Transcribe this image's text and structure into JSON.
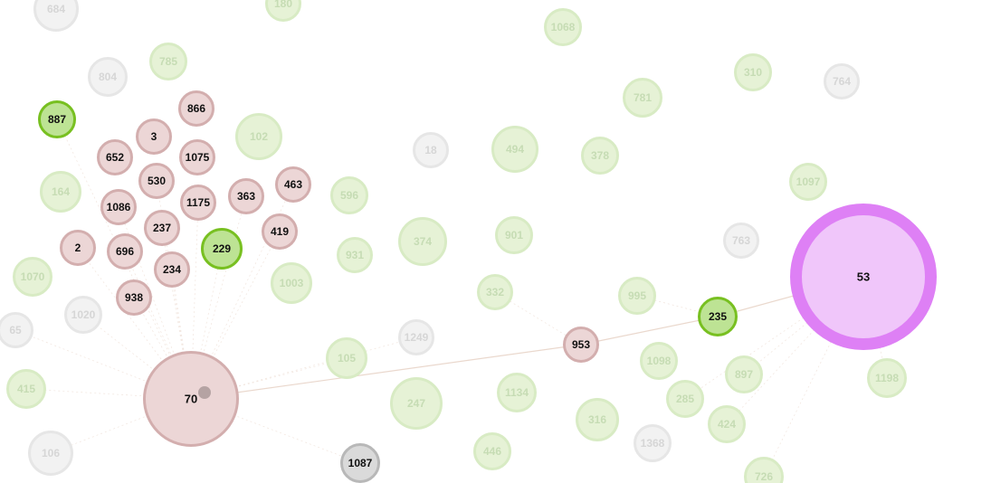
{
  "colors": {
    "faded_green_fill": "#e6f2d6",
    "faded_green_stroke": "#d8ebc4",
    "faded_green_text": "#c6dcb4",
    "faded_grey_fill": "#f2f2f2",
    "faded_grey_stroke": "#e6e6e6",
    "faded_grey_text": "#d6d6d6",
    "pink_fill": "#ecd6d6",
    "pink_stroke": "#d3aeae",
    "green_fill": "#bde394",
    "green_stroke": "#78c021",
    "grey_fill": "#dadada",
    "grey_stroke": "#b8b8b8",
    "violet_fill": "#f0c6fa",
    "violet_stroke": "#de80f5",
    "label_dark": "#111111",
    "edge_color": "#e8d4c8"
  },
  "nodes": [
    {
      "id": "684",
      "style": "faded_grey"
    },
    {
      "id": "180",
      "style": "faded_green"
    },
    {
      "id": "1068",
      "style": "faded_green"
    },
    {
      "id": "804",
      "style": "faded_grey"
    },
    {
      "id": "785",
      "style": "faded_green"
    },
    {
      "id": "310",
      "style": "faded_green"
    },
    {
      "id": "764",
      "style": "faded_grey"
    },
    {
      "id": "781",
      "style": "faded_green"
    },
    {
      "id": "887",
      "style": "green"
    },
    {
      "id": "866",
      "style": "pink"
    },
    {
      "id": "3",
      "style": "pink"
    },
    {
      "id": "652",
      "style": "pink"
    },
    {
      "id": "1075",
      "style": "pink"
    },
    {
      "id": "102",
      "style": "faded_green"
    },
    {
      "id": "18",
      "style": "faded_grey"
    },
    {
      "id": "494",
      "style": "faded_green"
    },
    {
      "id": "378",
      "style": "faded_green"
    },
    {
      "id": "530",
      "style": "pink"
    },
    {
      "id": "164",
      "style": "faded_green"
    },
    {
      "id": "1086",
      "style": "pink"
    },
    {
      "id": "1175",
      "style": "pink"
    },
    {
      "id": "363",
      "style": "pink"
    },
    {
      "id": "463",
      "style": "pink"
    },
    {
      "id": "596",
      "style": "faded_green"
    },
    {
      "id": "1097",
      "style": "faded_green"
    },
    {
      "id": "237",
      "style": "pink"
    },
    {
      "id": "374",
      "style": "faded_green"
    },
    {
      "id": "901",
      "style": "faded_green"
    },
    {
      "id": "763",
      "style": "faded_grey"
    },
    {
      "id": "2",
      "style": "pink"
    },
    {
      "id": "696",
      "style": "pink"
    },
    {
      "id": "229",
      "style": "green"
    },
    {
      "id": "419",
      "style": "pink"
    },
    {
      "id": "931",
      "style": "faded_green"
    },
    {
      "id": "234",
      "style": "pink"
    },
    {
      "id": "1070",
      "style": "faded_green"
    },
    {
      "id": "1003",
      "style": "faded_green"
    },
    {
      "id": "332",
      "style": "faded_green"
    },
    {
      "id": "995",
      "style": "faded_green"
    },
    {
      "id": "938",
      "style": "pink"
    },
    {
      "id": "53",
      "style": "violet"
    },
    {
      "id": "1020",
      "style": "faded_grey"
    },
    {
      "id": "235",
      "style": "green"
    },
    {
      "id": "65",
      "style": "faded_grey"
    },
    {
      "id": "1249",
      "style": "faded_grey"
    },
    {
      "id": "953",
      "style": "pink"
    },
    {
      "id": "105",
      "style": "faded_green"
    },
    {
      "id": "1098",
      "style": "faded_green"
    },
    {
      "id": "897",
      "style": "faded_green"
    },
    {
      "id": "1198",
      "style": "faded_green"
    },
    {
      "id": "415",
      "style": "faded_green"
    },
    {
      "id": "1134",
      "style": "faded_green"
    },
    {
      "id": "285",
      "style": "faded_green"
    },
    {
      "id": "70",
      "style": "pink",
      "marker": true
    },
    {
      "id": "247",
      "style": "faded_green"
    },
    {
      "id": "316",
      "style": "faded_green"
    },
    {
      "id": "424",
      "style": "faded_green"
    },
    {
      "id": "1368",
      "style": "faded_grey"
    },
    {
      "id": "106",
      "style": "faded_grey"
    },
    {
      "id": "446",
      "style": "faded_green"
    },
    {
      "id": "1087",
      "style": "grey"
    },
    {
      "id": "726",
      "style": "faded_green"
    }
  ]
}
